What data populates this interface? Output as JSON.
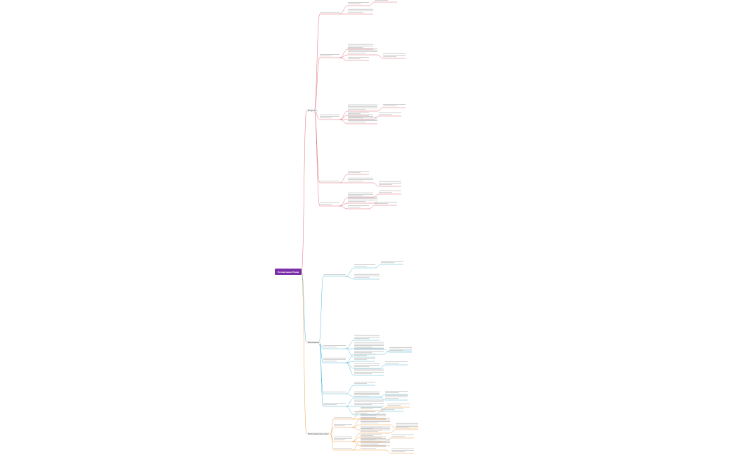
{
  "root": {
    "label": "Розписання Норм",
    "color": "#7b2fa8"
  },
  "branches": [
    {
      "label": "Вступ до",
      "color": "#e06c7a"
    },
    {
      "label": "Визначення",
      "color": "#58b9d6"
    },
    {
      "label": "Розпорядження ключ",
      "color": "#f0a04b"
    }
  ]
}
